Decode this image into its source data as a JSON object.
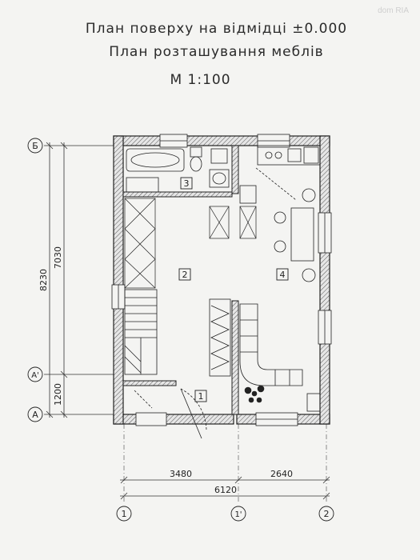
{
  "header": {
    "title_line1": "План поверху на відмідці ±0.000",
    "title_line2": "План розташування меблів",
    "scale": "М 1:100",
    "watermark": "dom RIA"
  },
  "rooms": [
    {
      "number": "1"
    },
    {
      "number": "2"
    },
    {
      "number": "3"
    },
    {
      "number": "4"
    }
  ],
  "axes_vertical": [
    "1",
    "1'",
    "2"
  ],
  "axes_horizontal": [
    "Б",
    "А'",
    "А"
  ],
  "dimensions": {
    "overall_height": "8230",
    "upper_height": "7030",
    "lower_height": "1200",
    "left_width": "3480",
    "right_width": "2640",
    "overall_width": "6120"
  },
  "colors": {
    "ink": "#222222",
    "wall_fill": "#d8d8d8",
    "paper": "#f4f4f2"
  }
}
